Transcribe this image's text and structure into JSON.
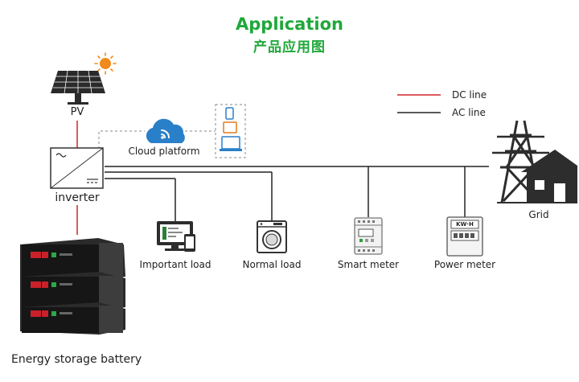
{
  "title": "Application",
  "subtitle": "产品应用图",
  "legend": {
    "dc_label": "DC line",
    "ac_label": "AC line",
    "dc_color": "#d2232a",
    "ac_color": "#222222"
  },
  "nodes": {
    "pv": "PV",
    "cloud": "Cloud platform",
    "inverter": "inverter",
    "grid": "Grid",
    "important_load": "Important load",
    "normal_load": "Normal load",
    "smart_meter": "Smart meter",
    "power_meter": "Power meter",
    "battery": "Energy storage battery",
    "meter_display": "KW·H"
  },
  "colors": {
    "accent": "#1fa83a",
    "cloud_blue": "#2a7fc9",
    "sun_orange": "#f08a1c"
  }
}
